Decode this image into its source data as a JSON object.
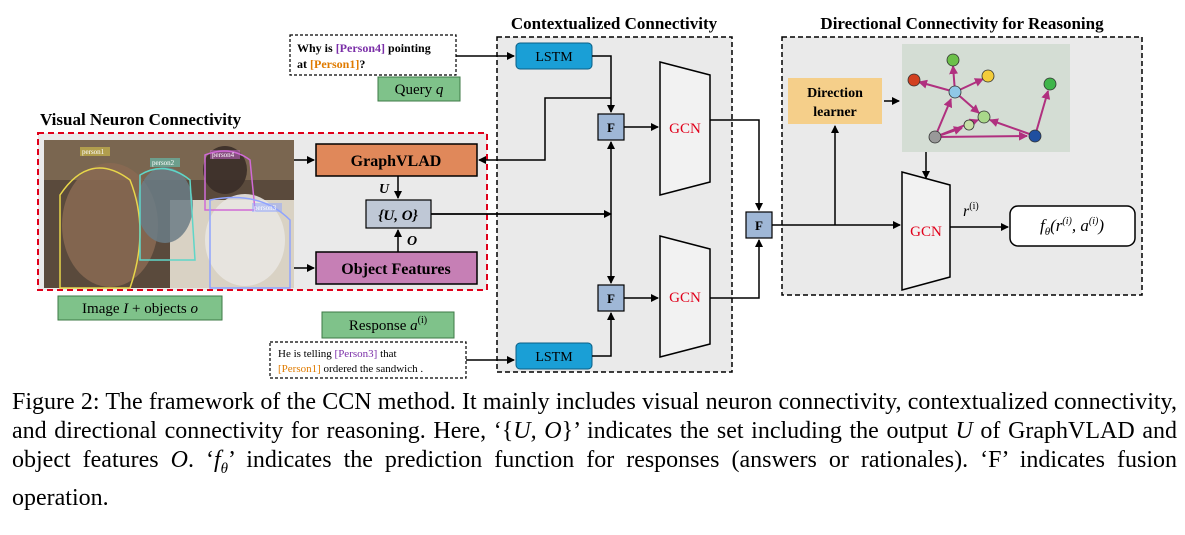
{
  "sections": {
    "contextualized": "Contextualized Connectivity",
    "directional": "Directional Connectivity for Reasoning",
    "visual": "Visual Neuron Connectivity"
  },
  "query": {
    "text_1": "Why is ",
    "tag_1": "[Person4]",
    "text_2": " pointing",
    "text_3": "at ",
    "tag_2": "[Person1]",
    "text_4": "?",
    "label_main": "Query ",
    "label_var": "q"
  },
  "response": {
    "label_main": "Response ",
    "label_var": "a",
    "label_sup": "(i)",
    "text_1": "He is telling ",
    "tag_1": "[Person3]",
    "text_2": " that",
    "tag_2": "[Person1]",
    "text_3": " ordered the sandwich ."
  },
  "visual": {
    "graphvlad": "GraphVLAD",
    "u_label": "U",
    "uo_set": "{U, O}",
    "o_label": "O",
    "object_features": "Object Features",
    "image_label_1": "Image ",
    "image_label_var": "I",
    "image_label_2": " + objects ",
    "image_label_var2": "o",
    "person_tags": [
      "person1",
      "person2",
      "person3",
      "person4"
    ]
  },
  "modules": {
    "lstm": "LSTM",
    "fusion": "F",
    "gcn": "GCN",
    "direction_learner_1": "Direction",
    "direction_learner_2": "learner",
    "r_label": "r",
    "r_sup": "(i)",
    "f_theta": "f",
    "f_theta_sub": "θ",
    "f_theta_args": "(r",
    "f_theta_sup1": "(i)",
    "f_theta_mid": ", a",
    "f_theta_sup2": "(i)",
    "f_theta_end": ")"
  },
  "caption": {
    "p1": "Figure 2: The framework of the CCN method. It mainly includes visual neuron connectivity, contextualized connectivity, and directional connectivity for reasoning. Here, ‘{",
    "p1_i1": "U, O",
    "p2": "}’ indicates the set including the output ",
    "p2_i": "U",
    "p3": " of GraphVLAD and object features ",
    "p3_i": "O",
    "p4": ". ‘",
    "p4_i": "f",
    "p4_sub": "θ",
    "p5": "’ indicates the prediction function for responses (answers or rationales). ‘F’ indicates fusion operation."
  },
  "colors": {
    "lstm": "#1a9fd6",
    "graphvlad": "#e0885a",
    "object_features": "#c67fb5",
    "uo_box": "#bfc8d6",
    "fusion": "#9fb7d6",
    "label_green": "#7fc28a",
    "direction": "#f5cf8a",
    "panel": "#eaeaea",
    "gcn_text": "#e0001b",
    "edge": "#b0307f",
    "red_dash": "#e0001b",
    "person_purple": "#7b2fa8",
    "person_orange": "#e07b00"
  }
}
